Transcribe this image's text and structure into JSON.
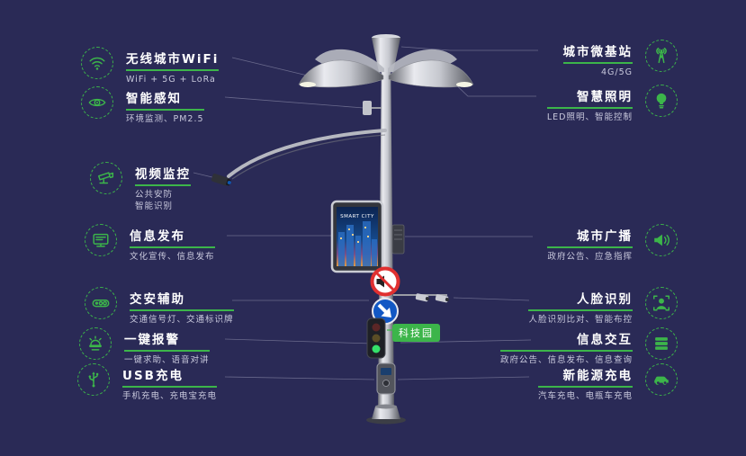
{
  "colors": {
    "background": "#2a2a56",
    "accent_green": "#3cb54a",
    "title_white": "#ffffff",
    "subtitle_gray": "#c9c9dd"
  },
  "left_features": [
    {
      "title": "无线城市WiFi",
      "subtitle": "WiFi + 5G + LoRa",
      "icon": "wifi-icon"
    },
    {
      "title": "智能感知",
      "subtitle": "环境监测、PM2.5",
      "icon": "sensor-eye-icon"
    },
    {
      "title": "视频监控",
      "subtitle": "公共安防\n智能识别",
      "icon": "cctv-camera-icon"
    },
    {
      "title": "信息发布",
      "subtitle": "文化宣传、信息发布",
      "icon": "display-screen-icon"
    },
    {
      "title": "交安辅助",
      "subtitle": "交通信号灯、交通标识牌",
      "icon": "traffic-light-icon"
    },
    {
      "title": "一键报警",
      "subtitle": "一键求助、语音对讲",
      "icon": "alarm-icon"
    },
    {
      "title": "USB充电",
      "subtitle": "手机充电、充电宝充电",
      "icon": "usb-icon"
    }
  ],
  "right_features": [
    {
      "title": "城市微基站",
      "subtitle": "4G/5G",
      "icon": "antenna-icon"
    },
    {
      "title": "智慧照明",
      "subtitle": "LED照明、智能控制",
      "icon": "bulb-icon"
    },
    {
      "title": "城市广播",
      "subtitle": "政府公告、应急指挥",
      "icon": "speaker-icon"
    },
    {
      "title": "人脸识别",
      "subtitle": "人脸识别比对、智能布控",
      "icon": "face-recognition-icon"
    },
    {
      "title": "信息交互",
      "subtitle": "政府公告、信息发布、信息查询",
      "icon": "info-panels-icon"
    },
    {
      "title": "新能源充电",
      "subtitle": "汽车充电、电瓶车充电",
      "icon": "ev-car-icon"
    }
  ],
  "pole": {
    "screen_title": "SMART CITY",
    "tech_park_tag": "科技园"
  }
}
